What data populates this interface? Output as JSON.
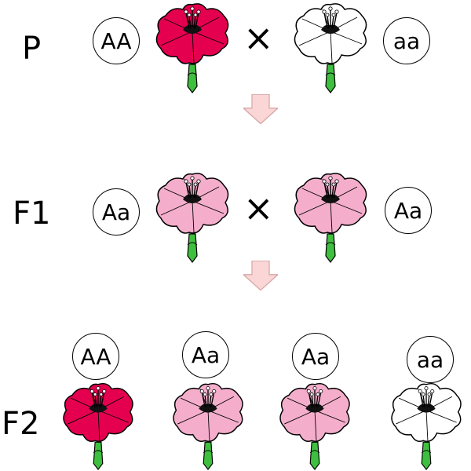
{
  "generations": {
    "p": "P",
    "f1": "F1",
    "f2": "F2"
  },
  "cross_symbol": "×",
  "genotypes": {
    "p_left": "AA",
    "p_right": "aa",
    "f1_left": "Aa",
    "f1_right": "Aa",
    "f2_1": "AA",
    "f2_2": "Aa",
    "f2_3": "Aa",
    "f2_4": "aa"
  },
  "colors": {
    "dominant_red": "#e5004f",
    "heterozygous_pink": "#f4aecb",
    "recessive_white": "#ffffff",
    "stem_green": "#3fbf3f",
    "arrow_fill": "#fad6d6"
  },
  "flowers": {
    "p_left": "red",
    "p_right": "white",
    "f1_left": "pink",
    "f1_right": "pink",
    "f2_1": "red",
    "f2_2": "pink",
    "f2_3": "pink",
    "f2_4": "white"
  }
}
